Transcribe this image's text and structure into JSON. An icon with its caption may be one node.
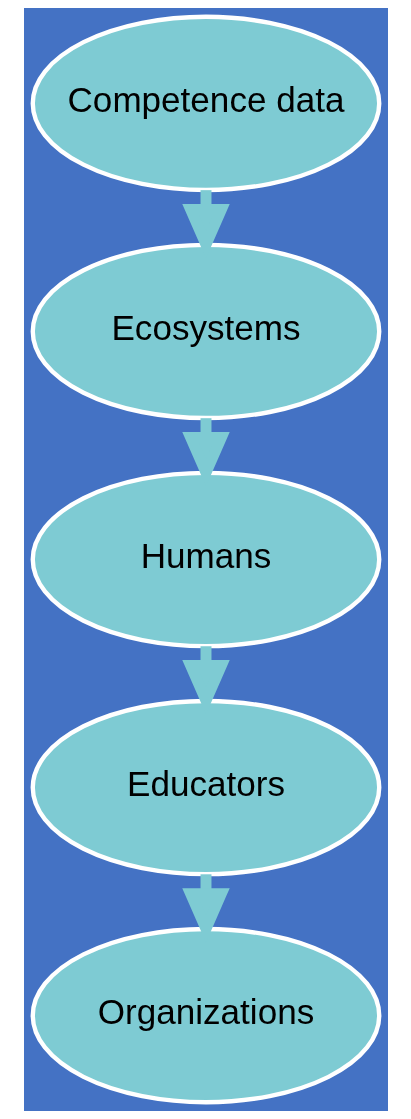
{
  "diagram": {
    "nodes": [
      {
        "text": [
          "Competence data"
        ]
      },
      {
        "text": [
          "Ecosystems"
        ]
      },
      {
        "text": [
          "Humans"
        ]
      },
      {
        "text": [
          "Educators"
        ]
      },
      {
        "text": [
          "Organizations"
        ]
      }
    ],
    "edges": [
      {
        "from": 0,
        "to": 1,
        "arrow": "to"
      },
      {
        "from": 1,
        "to": 2,
        "arrow": "to"
      },
      {
        "from": 2,
        "to": 3,
        "arrow": "to"
      },
      {
        "from": 3,
        "to": 4,
        "arrow": "to"
      }
    ]
  }
}
